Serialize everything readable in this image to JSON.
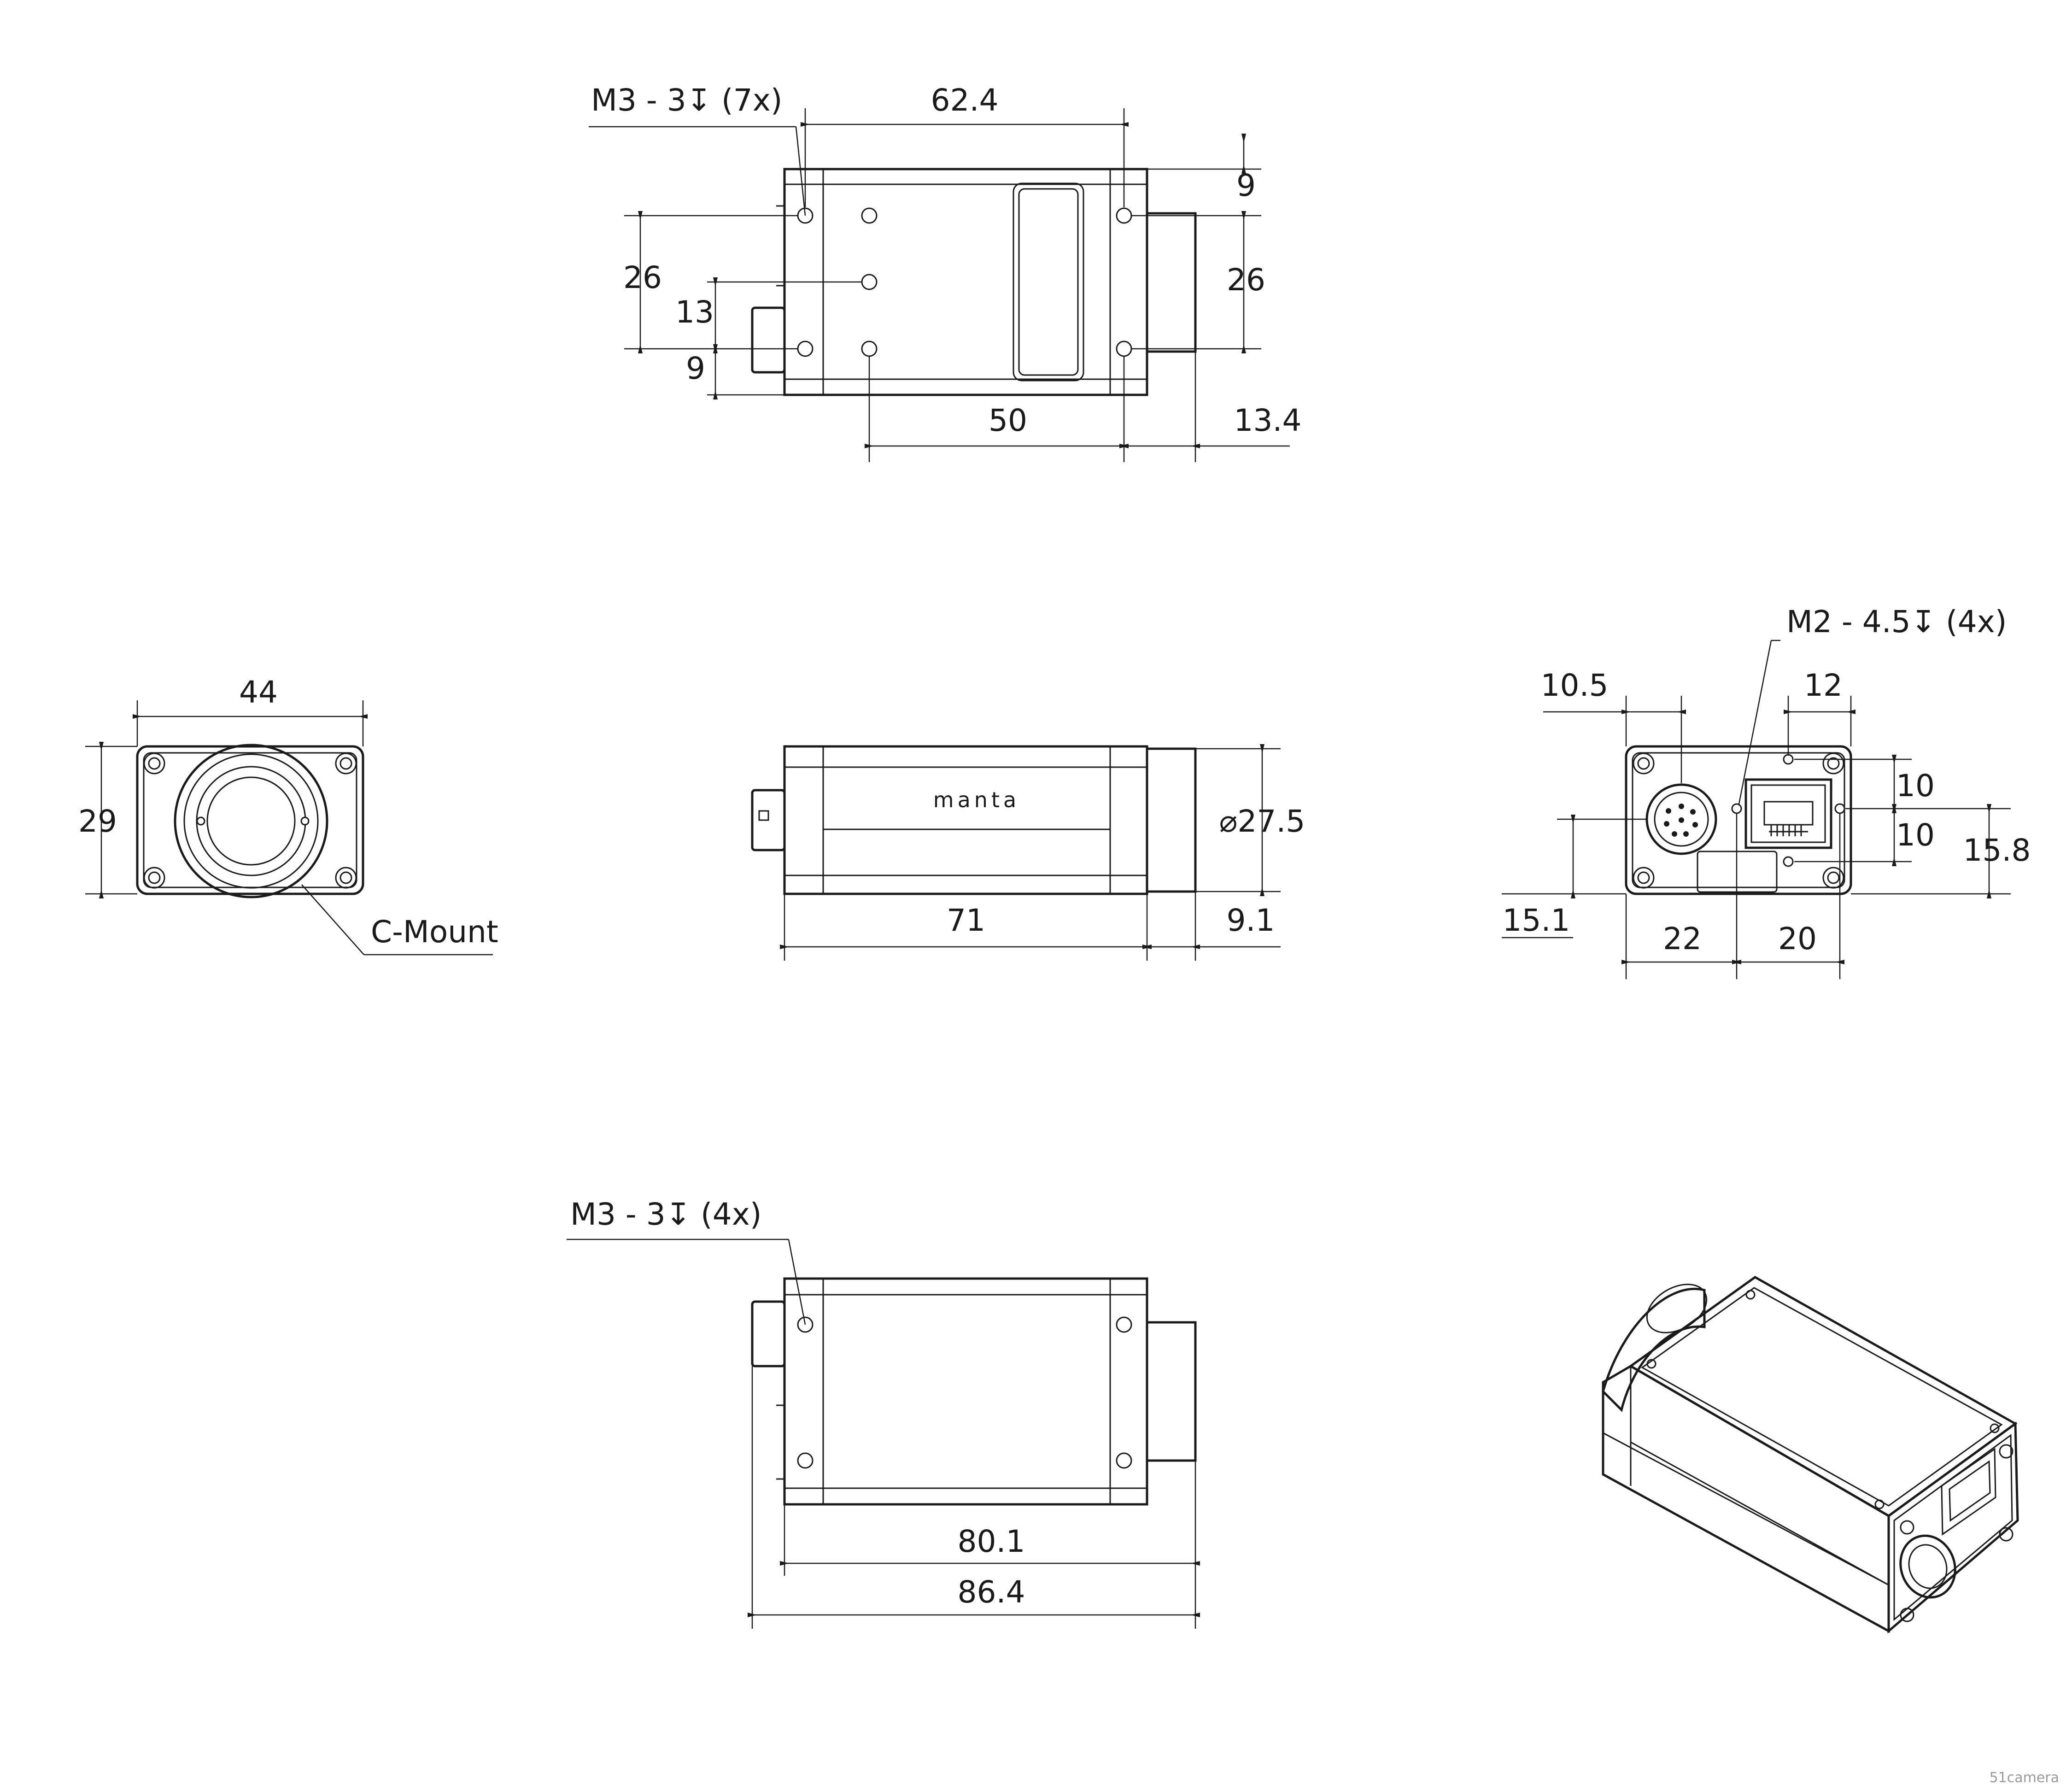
{
  "top_view": {
    "callout": "M3 - 3↧ (7x)",
    "dims": {
      "width_top": "62.4",
      "right_9": "9",
      "right_26": "26",
      "left_26": "26",
      "left_13": "13",
      "left_9": "9",
      "bottom_50": "50",
      "bottom_13_4": "13.4"
    }
  },
  "front_view": {
    "dims": {
      "width": "44",
      "height": "29"
    },
    "mount_label": "C-Mount"
  },
  "side_view": {
    "brand": "manta",
    "dims": {
      "length": "71",
      "lens_len": "9.1",
      "diameter": "⌀27.5"
    }
  },
  "rear_view": {
    "callout": "M2 - 4.5↧  (4x)",
    "dims": {
      "top_10_5": "10.5",
      "top_12": "12",
      "right_10a": "10",
      "right_10b": "10",
      "right_15_8": "15.8",
      "left_15_1": "15.1",
      "bottom_22": "22",
      "bottom_20": "20"
    }
  },
  "bottom_view": {
    "callout": "M3 - 3↧  (4x)",
    "dims": {
      "len_80_1": "80.1",
      "len_86_4": "86.4"
    }
  },
  "watermark": "51camera"
}
